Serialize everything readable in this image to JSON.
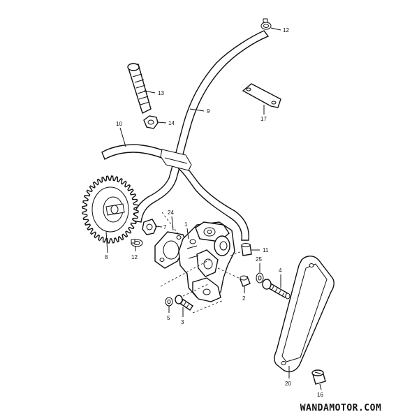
{
  "diagram": {
    "callouts": [
      {
        "id": "12a",
        "label": "12"
      },
      {
        "id": "13",
        "label": "13"
      },
      {
        "id": "9",
        "label": "9"
      },
      {
        "id": "17",
        "label": "17"
      },
      {
        "id": "10",
        "label": "10"
      },
      {
        "id": "14",
        "label": "14"
      },
      {
        "id": "24",
        "label": "24"
      },
      {
        "id": "7",
        "label": "7"
      },
      {
        "id": "1",
        "label": "1"
      },
      {
        "id": "8",
        "label": "8"
      },
      {
        "id": "12b",
        "label": "12"
      },
      {
        "id": "11",
        "label": "11"
      },
      {
        "id": "25",
        "label": "25"
      },
      {
        "id": "4",
        "label": "4"
      },
      {
        "id": "2",
        "label": "2"
      },
      {
        "id": "5",
        "label": "5"
      },
      {
        "id": "3",
        "label": "3"
      },
      {
        "id": "20",
        "label": "20"
      },
      {
        "id": "16",
        "label": "16"
      }
    ]
  },
  "watermark": "WANDAMOTOR.COM"
}
